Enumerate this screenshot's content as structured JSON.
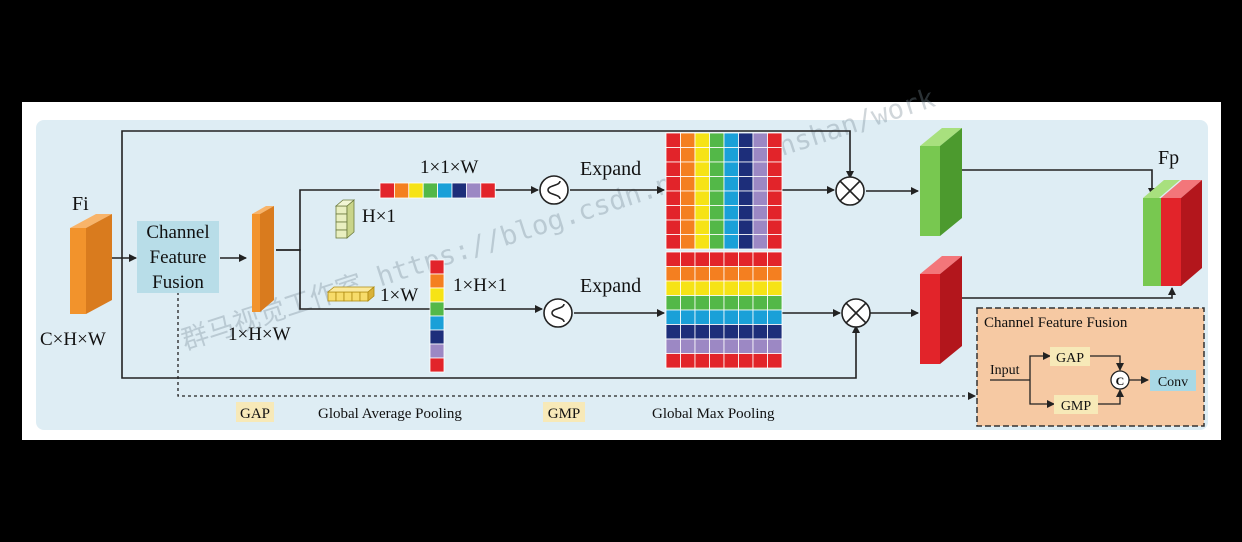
{
  "labels": {
    "input_top": "Fi",
    "input_bottom": "C×H×W",
    "fusion_box": [
      "Channel",
      "Feature",
      "Fusion"
    ],
    "mid_tensor": "1×H×W",
    "top_vec": "1×1×W",
    "h1": "H×1",
    "w1": "1×W",
    "side_vec": "1×H×1",
    "expand_top": "Expand",
    "expand_bottom": "Expand",
    "output": "Fp"
  },
  "legend": {
    "gap_tag": "GAP",
    "gap_text": "Global Average Pooling",
    "gmp_tag": "GMP",
    "gmp_text": "Global Max Pooling"
  },
  "inset": {
    "title": "Channel Feature Fusion",
    "input": "Input",
    "gap": "GAP",
    "gmp": "GMP",
    "concat": "C",
    "conv": "Conv"
  },
  "watermark": "群马视觉工作室 https://blog.csdn.net/o/qunshan/work",
  "colors": {
    "panel": "#deedf4",
    "orange": "#f2932c",
    "green": "#78c850",
    "red": "#e2242a",
    "box": "#b8dde8",
    "inset": "#f6c9a3",
    "legend_tag": "#f7e9b8",
    "conv": "#a9d9e6"
  },
  "palette": [
    "#e2242a",
    "#f47f20",
    "#f6e316",
    "#53b848",
    "#1aa0d8",
    "#1d2e7a",
    "#9c88c4",
    "#e2242a"
  ]
}
